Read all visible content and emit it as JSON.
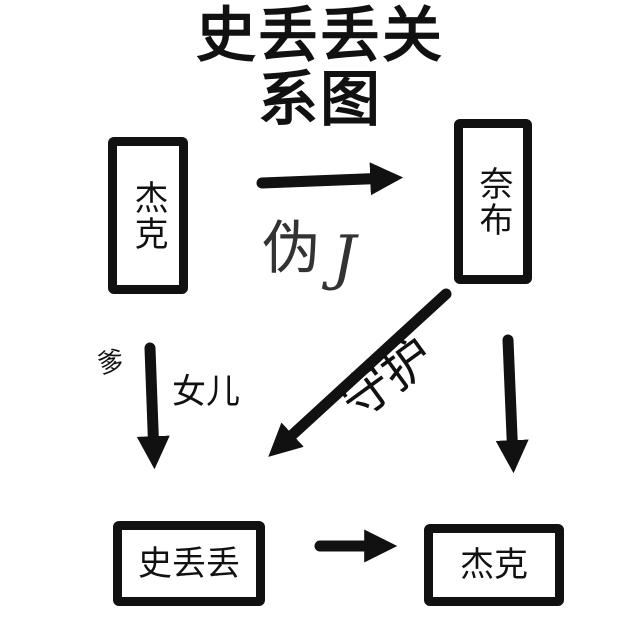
{
  "title": {
    "line1": "史丢丢关",
    "line2": "系图"
  },
  "nodes": {
    "jack_top": "杰克",
    "nabu": "奈布",
    "shidiudiu": "史丢丢",
    "jack_bottom": "杰克"
  },
  "labels": {
    "fake": "伪",
    "fake_script": "J",
    "dad": "爹",
    "daughter": "女儿",
    "guard": "守护"
  },
  "colors": {
    "ink": "#111111",
    "background": "#ffffff"
  }
}
